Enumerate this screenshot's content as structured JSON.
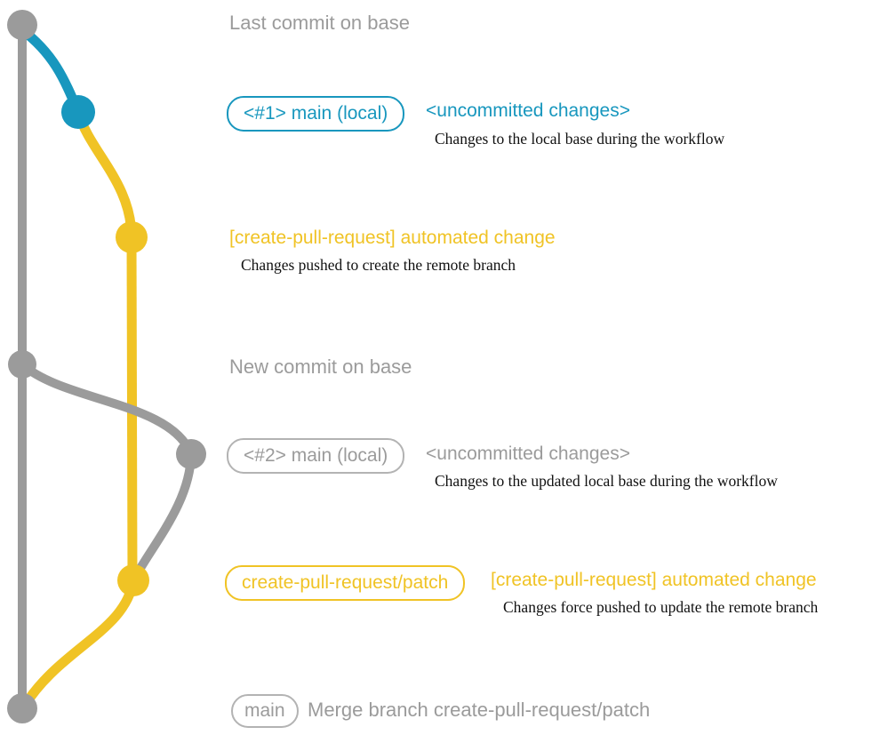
{
  "diagram_title": "create-pull-request workflow git graph",
  "colors": {
    "base_branch_gray": "#9B9B9B",
    "local_main_teal": "#1897BE",
    "pull_request_branch_yellow": "#F0C325",
    "description_text": "#111111",
    "background": "#FFFFFF"
  },
  "rows": {
    "last_commit_on_base": {
      "title": "Last commit on base"
    },
    "main_local_1": {
      "badge": "<#1> main (local)",
      "status": "<uncommitted changes>",
      "description": "Changes to the local base during the workflow"
    },
    "automated_change_1": {
      "message": "[create-pull-request] automated change",
      "description": "Changes pushed to create the remote branch"
    },
    "new_commit_on_base": {
      "title": "New commit on base"
    },
    "main_local_2": {
      "badge": "<#2> main (local)",
      "status": "<uncommitted changes>",
      "description": "Changes to the updated local base during the workflow"
    },
    "patch_branch": {
      "badge": "create-pull-request/patch",
      "message": "[create-pull-request] automated change",
      "description": "Changes force pushed to update the remote branch"
    },
    "merge": {
      "badge": "main",
      "message": "Merge branch create-pull-request/patch"
    }
  },
  "graph": {
    "branches": [
      {
        "name": "base",
        "color": "#9B9B9B"
      },
      {
        "name": "main (local)",
        "color": "#1897BE"
      },
      {
        "name": "create-pull-request/patch",
        "color": "#F0C325"
      }
    ],
    "commit_count": 7
  }
}
